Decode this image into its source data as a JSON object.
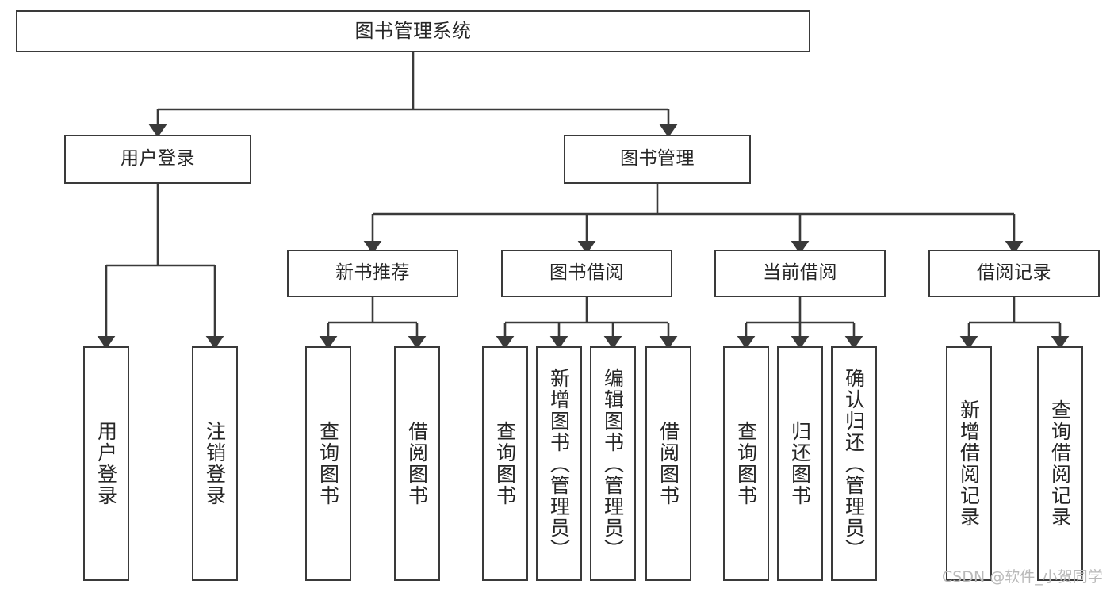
{
  "diagram": {
    "title": "图书管理系统",
    "type": "tree-structure-chart",
    "colors": {
      "box_border": "#3a3a3a",
      "box_fill": "#ffffff",
      "connector": "#3a3a3a",
      "text": "#262626",
      "watermark": "#b9b9b9"
    },
    "root": {
      "label": "图书管理系统"
    },
    "level2": [
      {
        "label": "用户登录"
      },
      {
        "label": "图书管理"
      }
    ],
    "level3": [
      {
        "label": "新书推荐"
      },
      {
        "label": "图书借阅"
      },
      {
        "label": "当前借阅"
      },
      {
        "label": "借阅记录"
      }
    ],
    "leaves": [
      {
        "label": "用户登录"
      },
      {
        "label": "注销登录"
      },
      {
        "label": "查询图书"
      },
      {
        "label": "借阅图书"
      },
      {
        "label": "查询图书"
      },
      {
        "label": "新增图书（管理员）"
      },
      {
        "label": "编辑图书（管理员）"
      },
      {
        "label": "借阅图书"
      },
      {
        "label": "查询图书"
      },
      {
        "label": "归还图书"
      },
      {
        "label": "确认归还（管理员）"
      },
      {
        "label": "新增借阅记录"
      },
      {
        "label": "查询借阅记录"
      }
    ]
  },
  "watermark": {
    "text": "CSDN @软件_小贺同学"
  }
}
